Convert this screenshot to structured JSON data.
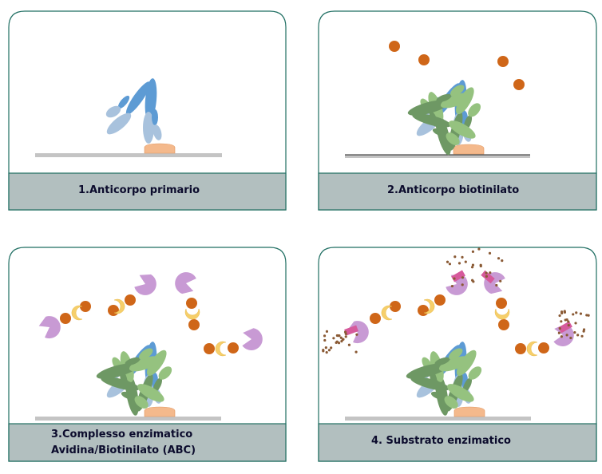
{
  "panels": [
    {
      "caption": "1.Anticorpo primario"
    },
    {
      "caption": "2.Anticorpo biotinilato"
    },
    {
      "caption_line1": "3.Complesso enzimatico",
      "caption_line2": "Avidina/Biotinilato (ABC)"
    },
    {
      "caption": "4. Substrato enzimatico"
    }
  ],
  "colors": {
    "border": "#1f6e62",
    "caption_bg": "#b2bfbf",
    "blue_dark": "#5d9bd4",
    "blue_light": "#a8c2dd",
    "green_dark": "#6e9864",
    "green_light": "#95c27f",
    "biotin": "#cf6618",
    "avidin": "#f6cf6a",
    "enzyme": "#c89ad4",
    "antigen": "#f4b98c",
    "substrate": "#8a5a35"
  }
}
